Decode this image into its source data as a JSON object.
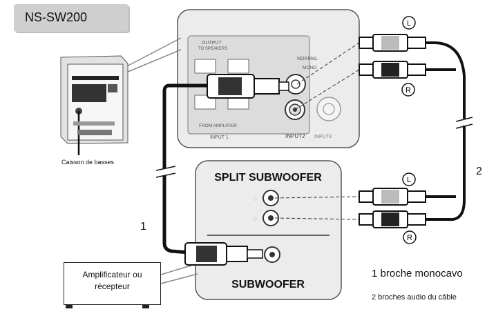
{
  "model_label": "NS-SW200",
  "subwoofer_caption": "Caisson de basses",
  "amplifier_label_line1": "Amplificateur ou",
  "amplifier_label_line2": "récepteur",
  "rear_panel": {
    "output_label": "OUTPUT",
    "to_speakers": "TO SPEAKERS",
    "normal_label": "NORMAL",
    "mono_label": "MONO",
    "from_amplifier": "FROM AMPLIFIER",
    "input1": "INPUT 1",
    "input2": "INPUT2",
    "input3": "INPUT3",
    "left_marker": "L",
    "right_marker": "R"
  },
  "receiver_panel": {
    "split_title": "SPLIT SUBWOOFER",
    "sub_title": "SUBWOOFER"
  },
  "cable_markers": {
    "left": "L",
    "right": "R"
  },
  "number_1": "1",
  "number_2": "2",
  "legend": {
    "item1": "1 broche monocavo",
    "item2": "2 broches audio du câble"
  }
}
